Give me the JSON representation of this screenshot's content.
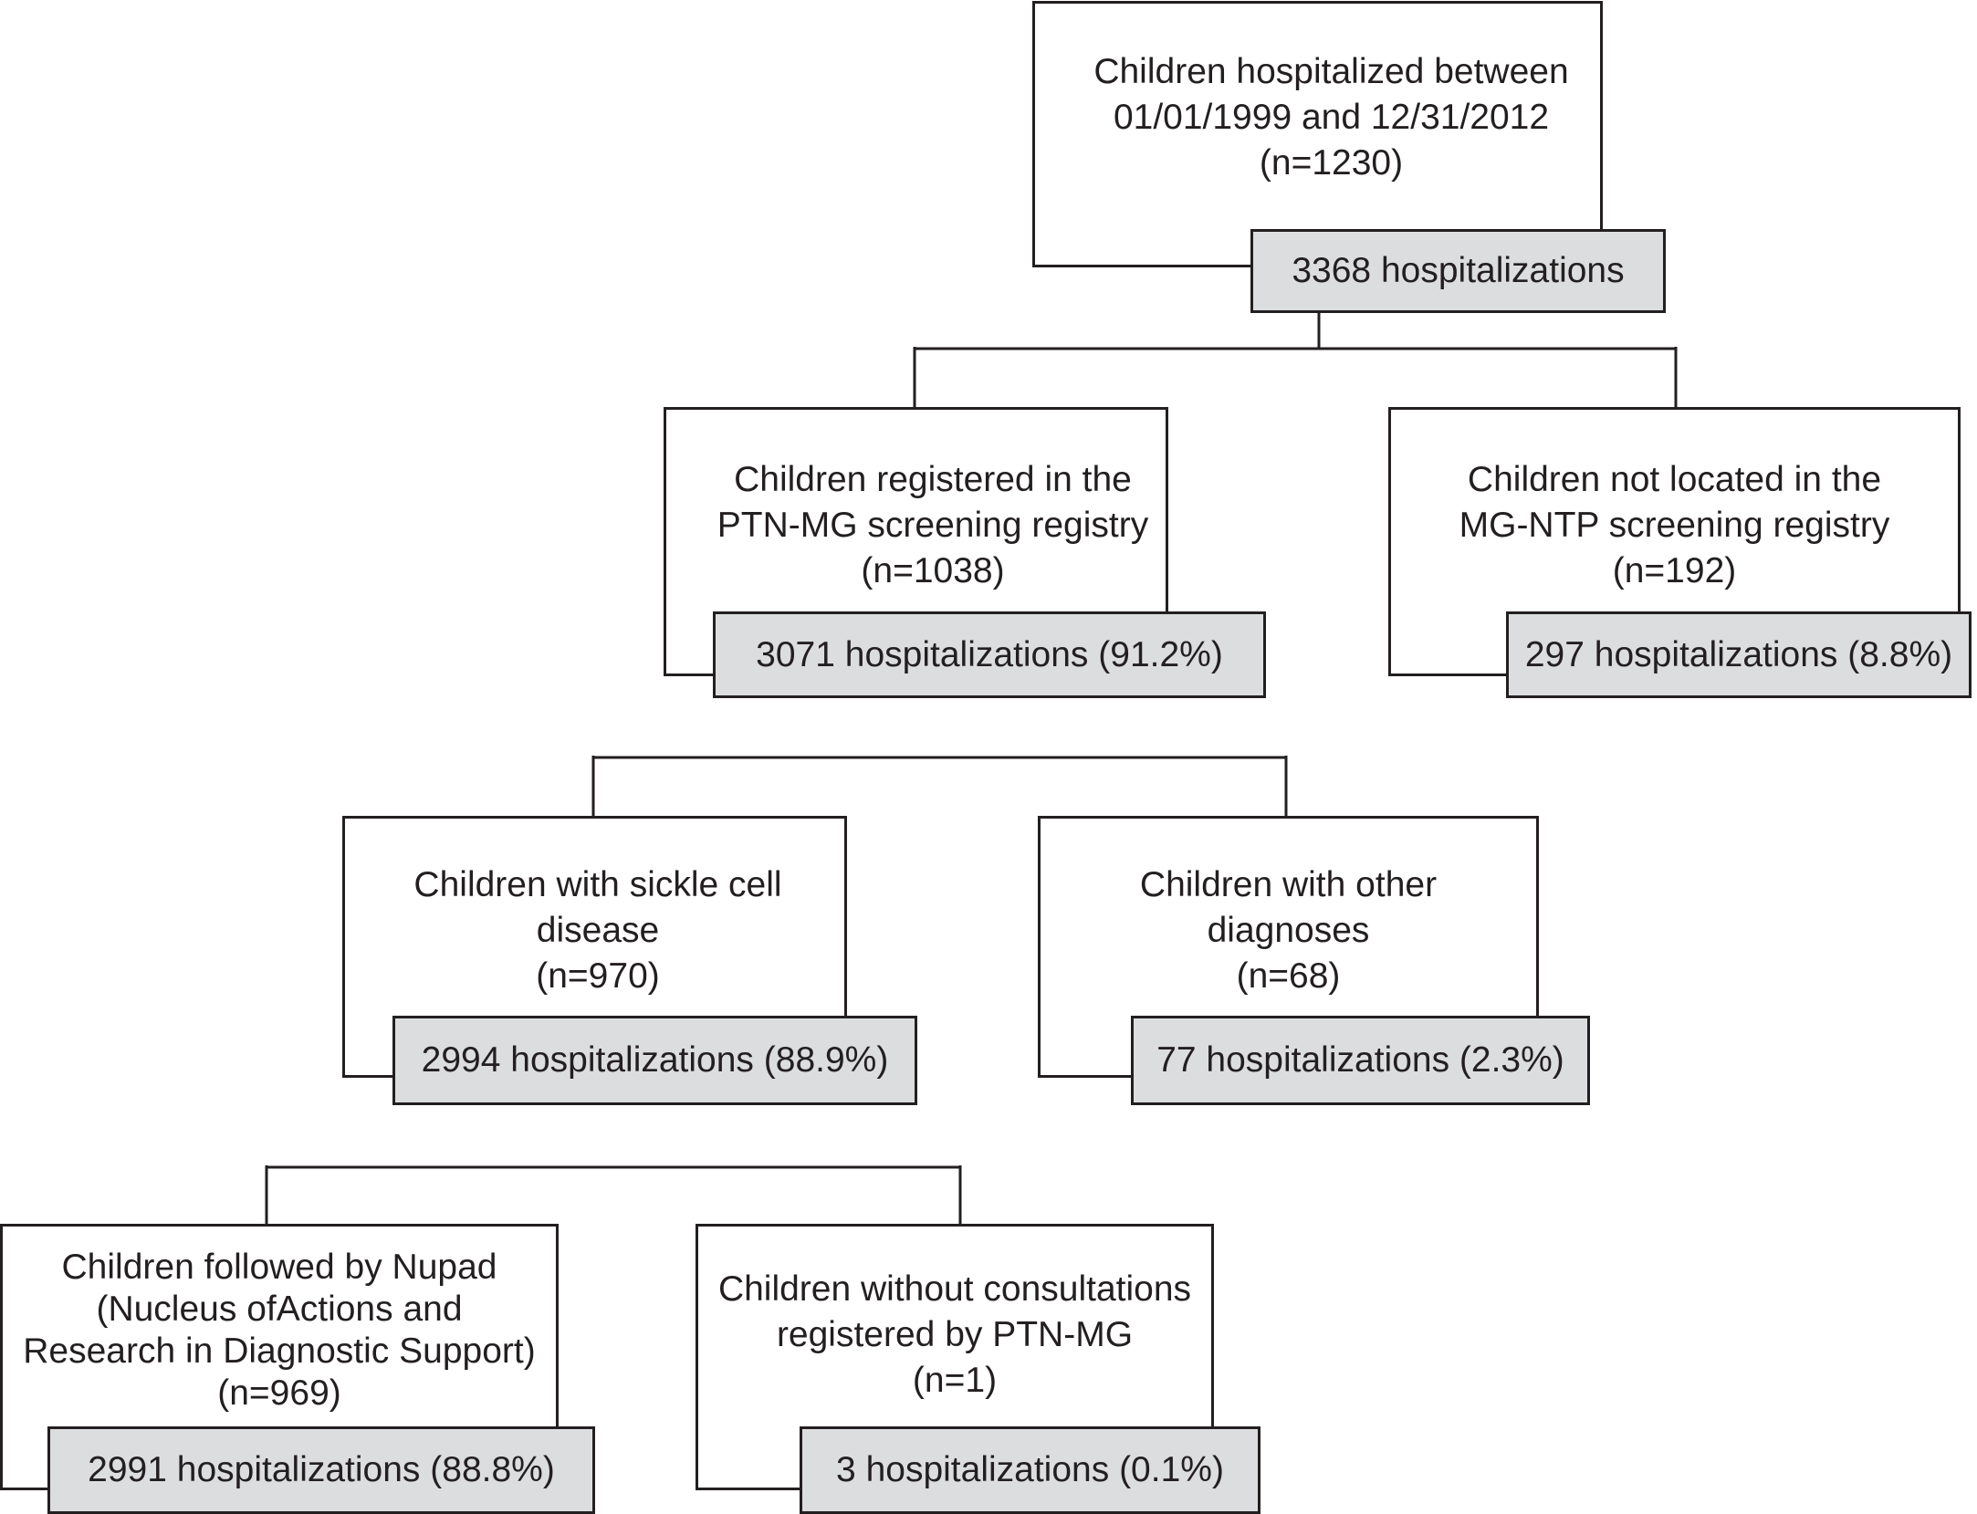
{
  "nodes": {
    "root": {
      "lines": [
        "Children hospitalized between",
        "01/01/1999 and 12/31/2012",
        "(n=1230)"
      ],
      "hospitalizations": "3368 hospitalizations"
    },
    "registered": {
      "lines": [
        "Children registered in the",
        "PTN-MG screening registry",
        "(n=1038)"
      ],
      "hospitalizations": "3071 hospitalizations (91.2%)"
    },
    "not_located": {
      "lines": [
        "Children not located in the",
        "MG-NTP screening registry",
        "(n=192)"
      ],
      "hospitalizations": "297 hospitalizations (8.8%)"
    },
    "sickle_cell": {
      "lines": [
        "Children with sickle cell",
        "disease",
        "(n=970)"
      ],
      "hospitalizations": "2994 hospitalizations (88.9%)"
    },
    "other_diagnoses": {
      "lines": [
        "Children with other",
        "diagnoses",
        "(n=68)"
      ],
      "hospitalizations": "77 hospitalizations (2.3%)"
    },
    "nupad": {
      "lines": [
        "Children followed by Nupad",
        "(Nucleus ofActions and",
        "Research in Diagnostic Support)",
        "(n=969)"
      ],
      "hospitalizations": "2991 hospitalizations (88.8%)"
    },
    "no_consultations": {
      "lines": [
        "Children without consultations",
        "registered by PTN-MG",
        "(n=1)"
      ],
      "hospitalizations": "3 hospitalizations (0.1%)"
    }
  }
}
